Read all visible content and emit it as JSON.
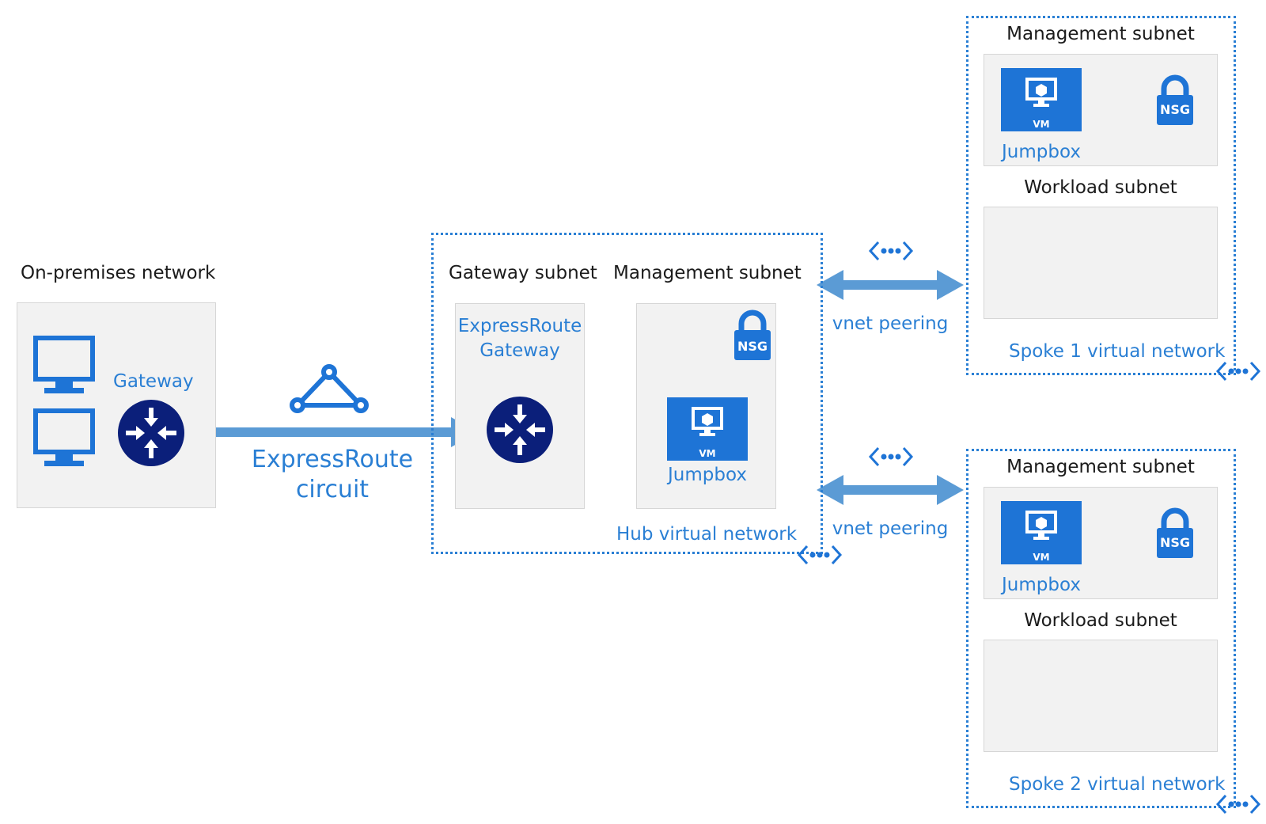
{
  "onprem": {
    "title": "On-premises network",
    "gateway_label": "Gateway"
  },
  "circuit": {
    "label_line1": "ExpressRoute",
    "label_line2": "circuit"
  },
  "hub": {
    "gateway_subnet_title": "Gateway subnet",
    "gateway_name_line1": "ExpressRoute",
    "gateway_name_line2": "Gateway",
    "management_subnet_title": "Management subnet",
    "nsg_label": "NSG",
    "vm_label": "VM",
    "jumpbox_label": "Jumpbox",
    "network_label": "Hub virtual network"
  },
  "peering": {
    "top_label": "vnet peering",
    "bottom_label": "vnet peering"
  },
  "spoke1": {
    "management_subnet_title": "Management subnet",
    "vm_label": "VM",
    "jumpbox_label": "Jumpbox",
    "nsg_label": "NSG",
    "workload_subnet_title": "Workload subnet",
    "network_label": "Spoke 1 virtual network"
  },
  "spoke2": {
    "management_subnet_title": "Management subnet",
    "vm_label": "VM",
    "jumpbox_label": "Jumpbox",
    "nsg_label": "NSG",
    "workload_subnet_title": "Workload subnet",
    "network_label": "Spoke 2 virtual network"
  },
  "colors": {
    "accent_blue": "#2a7fd4",
    "icon_blue": "#1e74d6",
    "router_navy": "#0b1f7a",
    "arrow_blue": "#5b9bd5",
    "panel_gray": "#f2f2f2"
  }
}
